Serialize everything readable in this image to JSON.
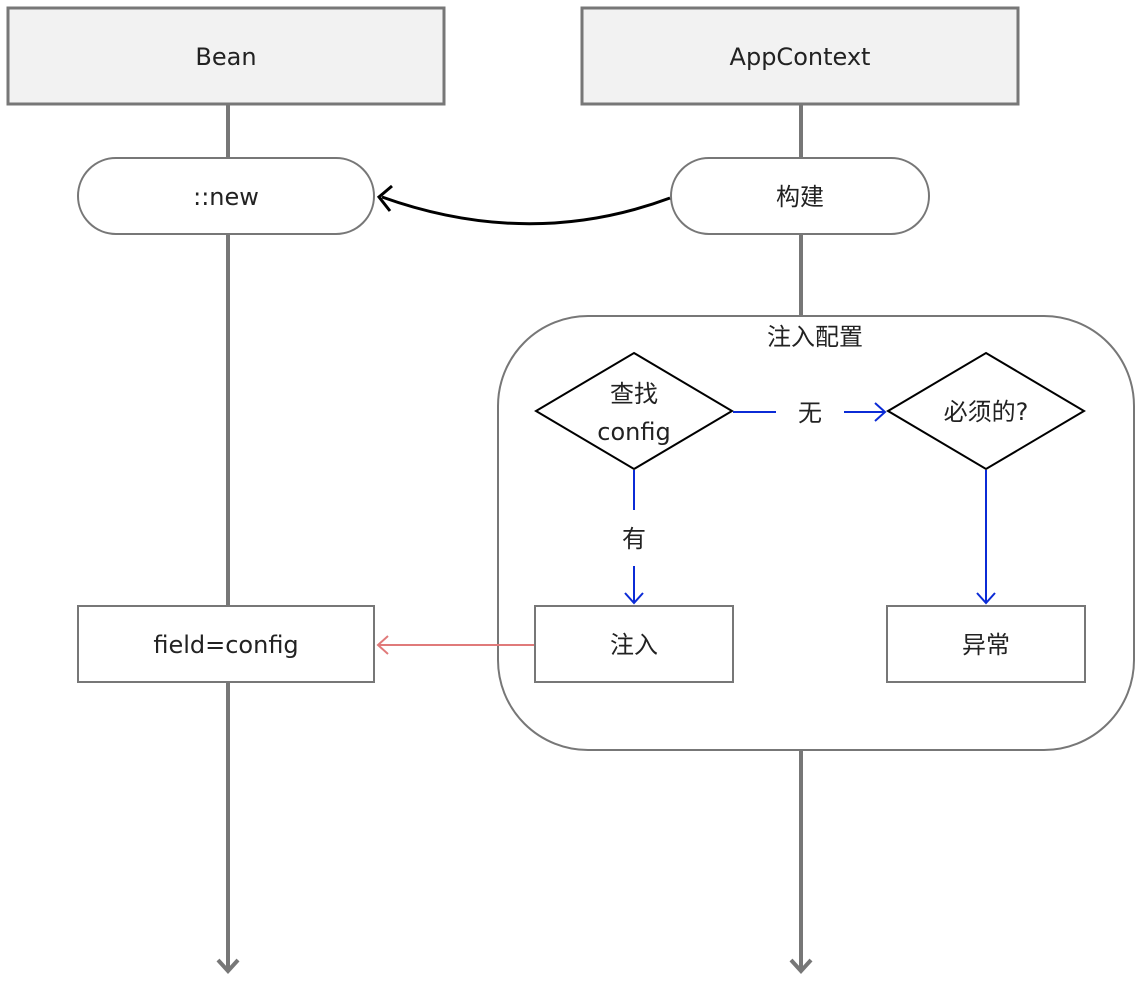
{
  "lanes": {
    "bean": "Bean",
    "appcontext": "AppContext"
  },
  "nodes": {
    "new": "::new",
    "build": "构建",
    "field_config": "field=config",
    "inject_group": "注入配置",
    "find_config_line1": "查找",
    "find_config_line2": "config",
    "required": "必须的?",
    "inject": "注入",
    "exception": "异常"
  },
  "edges": {
    "none": "无",
    "has": "有"
  },
  "colors": {
    "lane_line": "#777777",
    "lane_header_fill": "#f2f2f2",
    "flow_blue": "#0b2bd6",
    "inject_arrow": "#e07a7a",
    "black_arrow": "#000000"
  }
}
